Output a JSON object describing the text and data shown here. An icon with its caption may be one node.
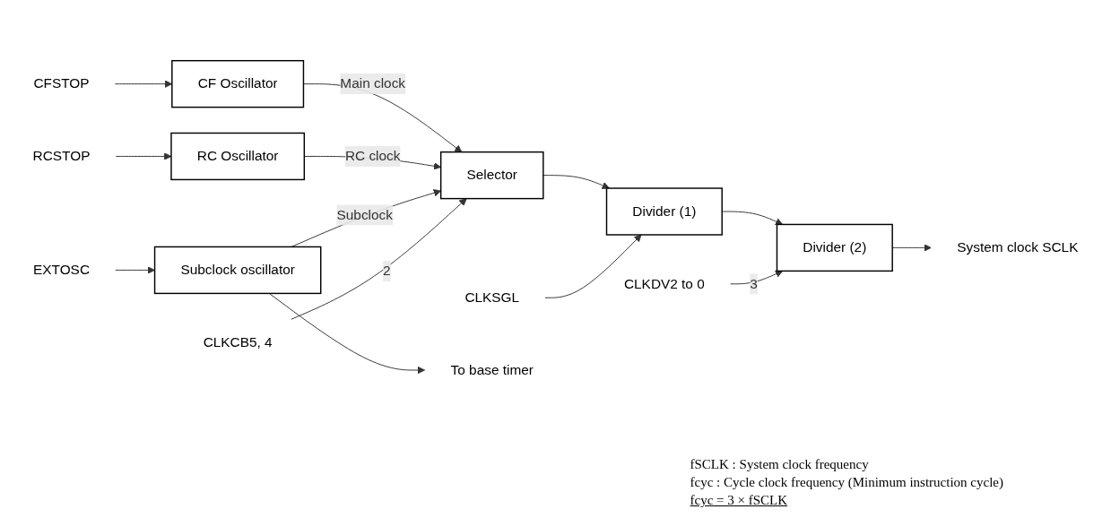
{
  "diagram": {
    "nodes": [
      {
        "text": [
          "CFSTOP"
        ]
      },
      {
        "text": [
          "RCSTOP"
        ]
      },
      {
        "text": [
          "EXTOSC"
        ]
      },
      {
        "text": [
          "CF Oscillator"
        ]
      },
      {
        "text": [
          "RC Oscillator"
        ]
      },
      {
        "text": [
          "Subclock oscillator"
        ]
      },
      {
        "text": [
          "CLKCB5, 4"
        ]
      },
      {
        "text": [
          "Selector"
        ]
      },
      {
        "text": [
          "CLKSGL"
        ]
      },
      {
        "text": [
          "Divider (1)"
        ]
      },
      {
        "text": [
          "CLKDV2 to 0"
        ]
      },
      {
        "text": [
          "Divider (2)"
        ]
      },
      {
        "text": [
          "System clock SCLK"
        ]
      },
      {
        "text": [
          "To base timer"
        ]
      }
    ],
    "edges": [
      {
        "from": 0,
        "to": 3,
        "arrow": "to"
      },
      {
        "from": 1,
        "to": 4,
        "arrow": "to"
      },
      {
        "from": 2,
        "to": 5,
        "arrow": "to"
      },
      {
        "from": 3,
        "to": 7,
        "arrow": "to",
        "label": "Main clock"
      },
      {
        "from": 4,
        "to": 7,
        "arrow": "to",
        "label": "RC clock"
      },
      {
        "from": 5,
        "to": 13,
        "arrow": "to"
      },
      {
        "from": 5,
        "to": 7,
        "arrow": "to",
        "label": "Subclock"
      },
      {
        "from": 6,
        "to": 7,
        "arrow": "to",
        "label": "2"
      },
      {
        "from": 7,
        "to": 9,
        "arrow": "to"
      },
      {
        "from": 8,
        "to": 9,
        "arrow": "to"
      },
      {
        "from": 9,
        "to": 11,
        "arrow": "to"
      },
      {
        "from": 10,
        "to": 11,
        "arrow": "to",
        "label": "3"
      },
      {
        "from": 11,
        "to": 12,
        "arrow": "to"
      }
    ],
    "labels": [
      "fSCLK : System clock frequency",
      "fcyc : Cycle clock frequency (Minimum instruction cycle)",
      "fcyc = 3 × fSCLK"
    ]
  }
}
